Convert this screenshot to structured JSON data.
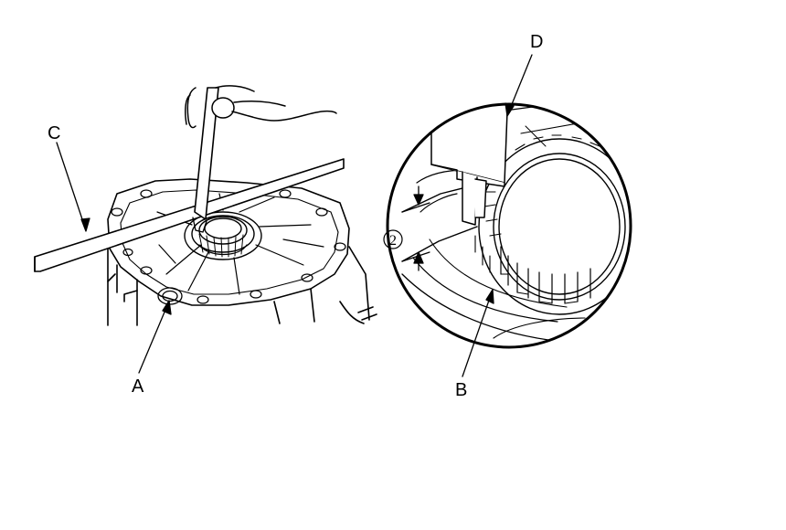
{
  "labels": {
    "a": "A",
    "b": "B",
    "c": "C",
    "d": "D"
  },
  "callout_number": "2",
  "colors": {
    "line": "#000000",
    "background": "#ffffff"
  }
}
